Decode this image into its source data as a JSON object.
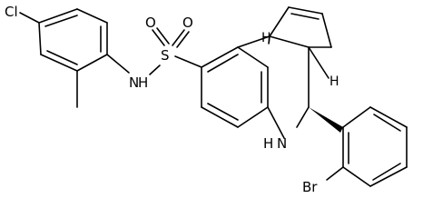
{
  "molecule": {
    "atoms": {
      "cl": "Cl",
      "br": "Br",
      "s": "S",
      "o_top_left": "O",
      "o_top_right": "O",
      "n_sulfonamide": "N",
      "h_sulfonamide": "H",
      "n_ring": "N",
      "h_ring": "H",
      "h_stereo_top": "H",
      "h_stereo_right": "H"
    }
  }
}
